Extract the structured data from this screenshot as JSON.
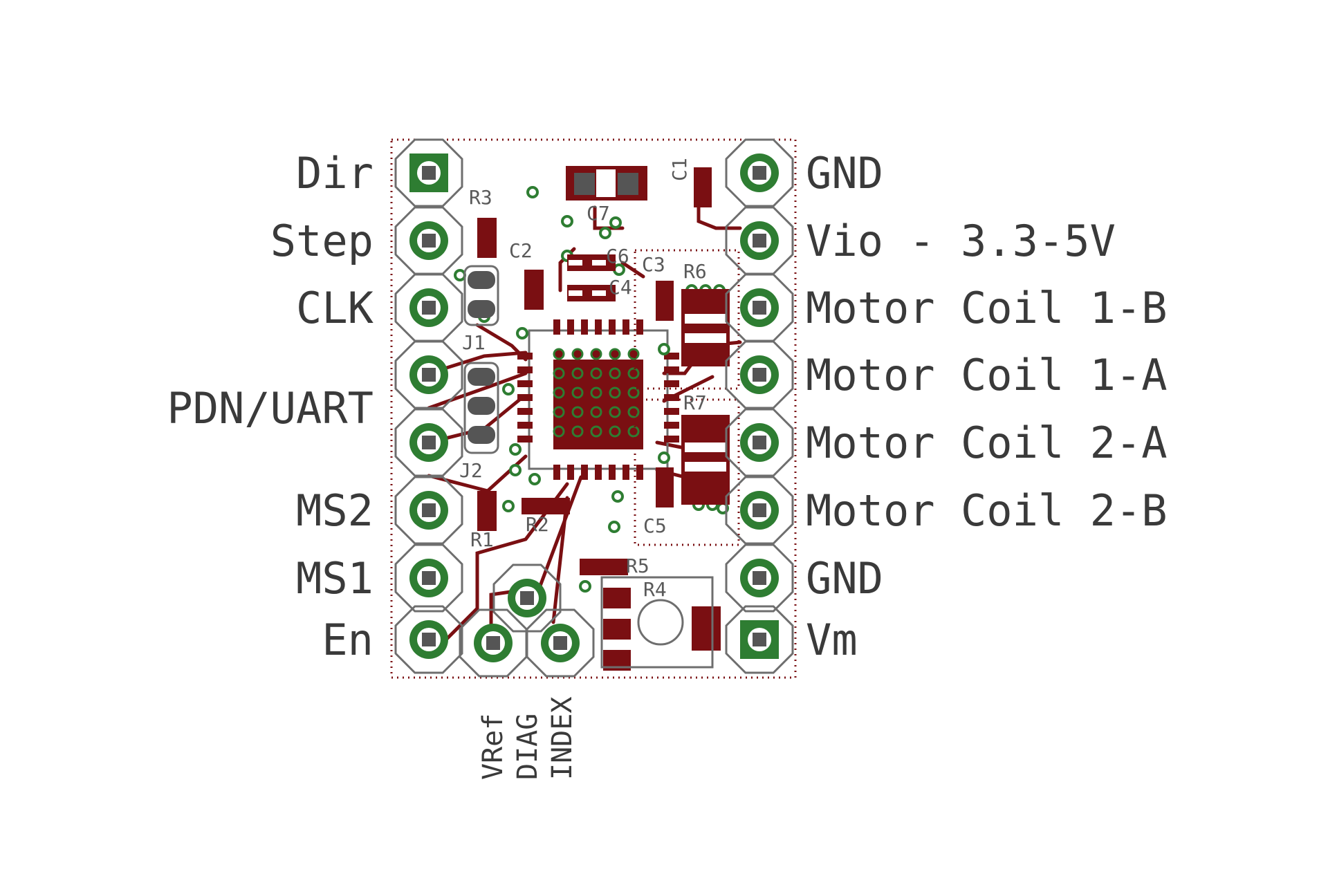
{
  "colors": {
    "copper": "#7a0f12",
    "pad_green": "#2e7d32",
    "silk": "#6e6e6e",
    "label": "#3a3a3a",
    "background": "#ffffff"
  },
  "left_pins": [
    "Dir",
    "Step",
    "CLK",
    "PDN/UART",
    "MS2",
    "MS1",
    "En"
  ],
  "right_pins": [
    "GND",
    "Vio - 3.3-5V",
    "Motor Coil 1-B",
    "Motor Coil 1-A",
    "Motor Coil 2-A",
    "Motor Coil 2-B",
    "GND",
    "Vm"
  ],
  "bottom_pins": [
    "VRef",
    "DIAG",
    "INDEX"
  ],
  "components": [
    "R3",
    "C2",
    "C7",
    "C1",
    "C6",
    "C4",
    "C3",
    "R6",
    "J1",
    "J2",
    "R7",
    "R1",
    "R2",
    "C5",
    "R5",
    "R4"
  ]
}
